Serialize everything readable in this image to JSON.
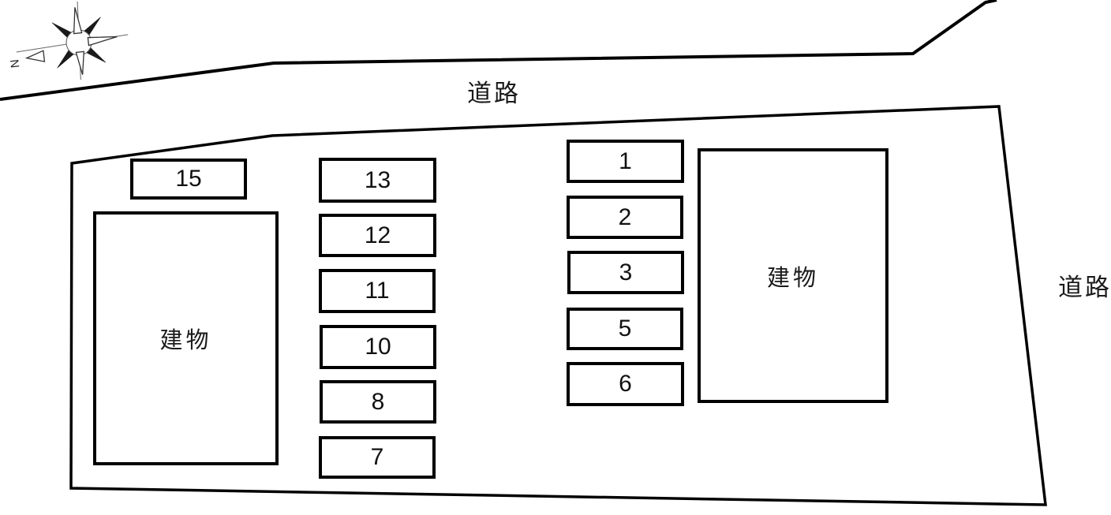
{
  "plan": {
    "roads": {
      "top_label": "道路",
      "right_label": "道路"
    },
    "compass": {
      "north_label": "N"
    },
    "buildings": [
      {
        "label": "建物"
      },
      {
        "label": "建物"
      }
    ],
    "parking": {
      "left_column": [
        {
          "label": "15"
        }
      ],
      "middle_column": [
        {
          "label": "13"
        },
        {
          "label": "12"
        },
        {
          "label": "11"
        },
        {
          "label": "10"
        },
        {
          "label": "8"
        },
        {
          "label": "7"
        }
      ],
      "right_column": [
        {
          "label": "1"
        },
        {
          "label": "2"
        },
        {
          "label": "3"
        },
        {
          "label": "5"
        },
        {
          "label": "6"
        }
      ]
    },
    "colors": {
      "line": "#000000",
      "text": "#111111",
      "background": "#ffffff"
    }
  }
}
